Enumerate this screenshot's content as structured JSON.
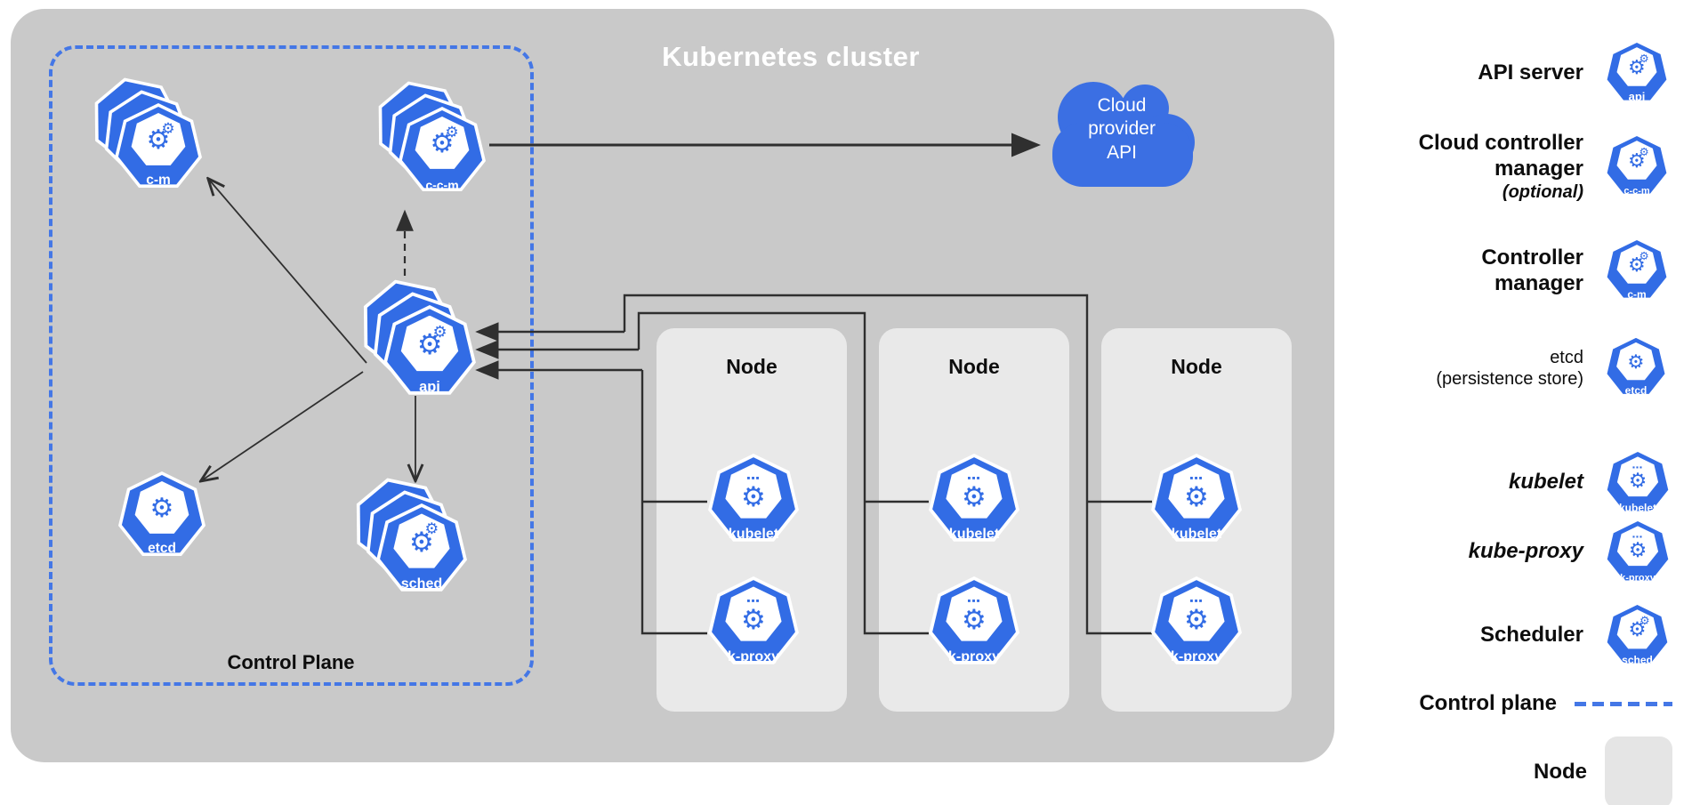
{
  "title": "Kubernetes cluster",
  "glyphs": {
    "gear": "⚙",
    "cube": "▪▪▪"
  },
  "cloud": {
    "label": "Cloud\nprovider\nAPI"
  },
  "control_plane": {
    "label": "Control Plane",
    "cm": "c-m",
    "ccm": "c-c-m",
    "api": "api",
    "etcd": "etcd",
    "sched": "sched"
  },
  "nodes": [
    {
      "title": "Node",
      "kubelet": "kubelet",
      "kproxy": "k-proxy"
    },
    {
      "title": "Node",
      "kubelet": "kubelet",
      "kproxy": "k-proxy"
    },
    {
      "title": "Node",
      "kubelet": "kubelet",
      "kproxy": "k-proxy"
    }
  ],
  "legend": {
    "rows": [
      {
        "label": "API server",
        "icon": "api"
      },
      {
        "label": "Cloud controller\nmanager",
        "note": "(optional)",
        "icon": "c-c-m"
      },
      {
        "label": "Controller\nmanager",
        "icon": "c-m"
      },
      {
        "label": "etcd\n(persistence store)",
        "icon": "etcd"
      },
      {
        "label": "kubelet",
        "icon": "kubelet"
      },
      {
        "label": "kube-proxy",
        "icon": "k-proxy"
      },
      {
        "label": "Scheduler",
        "icon": "sched"
      },
      {
        "label": "Control plane"
      },
      {
        "label": "Node"
      }
    ]
  },
  "colors": {
    "k8s_blue": "#326ce5",
    "panel_gray": "#c9c9c9",
    "node_gray": "#e9e9e9",
    "line": "#2f2f2f",
    "dash_blue": "#4477e6"
  }
}
